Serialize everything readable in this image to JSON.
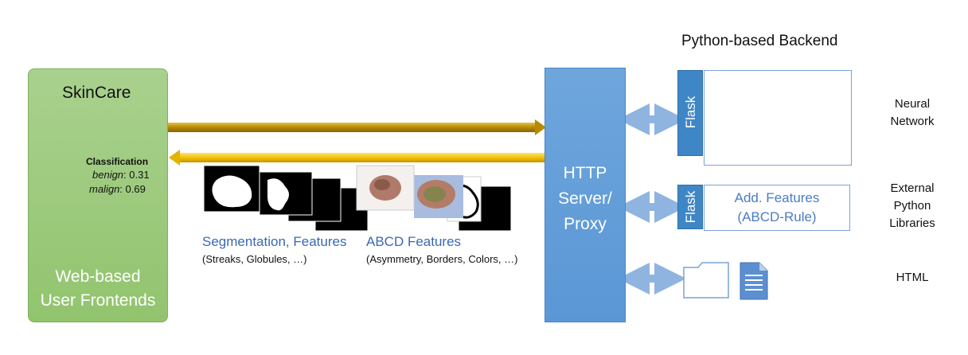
{
  "frontend": {
    "app_name": "SkinCare",
    "classification_title": "Classification",
    "benign_label": "benign",
    "benign_value": ": 0.31",
    "malign_label": "malign",
    "malign_value": ": 0.69",
    "label_line1": "Web-based",
    "label_line2": "User Frontends"
  },
  "server": {
    "line1": "HTTP",
    "line2": "Server/",
    "line3": "Proxy"
  },
  "backend": {
    "title": "Python-based Backend",
    "flask_label": "Flask",
    "features_line1": "Add. Features",
    "features_line2": "(ABCD-Rule)"
  },
  "captions": {
    "seg_title": "Segmentation, Features",
    "seg_sub": "(Streaks, Globules, …)",
    "abcd_title": "ABCD Features",
    "abcd_sub": "(Asymmetry,  Borders, Colors, …)"
  },
  "right_labels": {
    "nn_line1": "Neural",
    "nn_line2": "Network",
    "ext_line1": "External",
    "ext_line2": "Python",
    "ext_line3": "Libraries",
    "html": "HTML"
  },
  "colors": {
    "frontend_green": "#a9d18e",
    "server_blue": "#5b97d6",
    "arrow_gold": "#c8a000",
    "flask_blue": "#3f86c6",
    "caption_blue": "#3a68b3",
    "nn_input": "#fde7a0",
    "nn_hidden": "#dbe7f7",
    "nn_output": "#f08030"
  }
}
